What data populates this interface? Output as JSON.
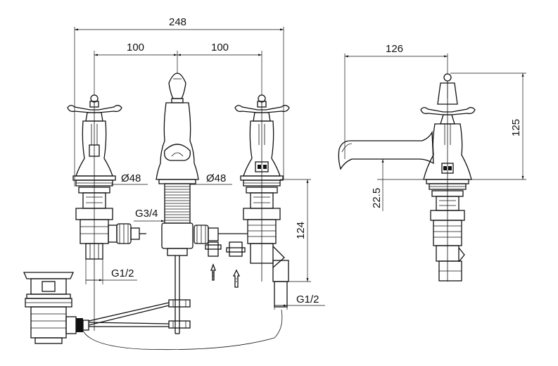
{
  "dimensions": {
    "overall_width": "248",
    "spacing_left": "100",
    "spacing_right": "100",
    "diameter_left": "Ø48",
    "diameter_center": "Ø48",
    "inlet_center": "G3/4",
    "height_body": "124",
    "outlet_left": "G1/2",
    "outlet_right": "G1/2",
    "spout_reach": "126",
    "tap_height": "125",
    "spout_height": "22.5"
  }
}
